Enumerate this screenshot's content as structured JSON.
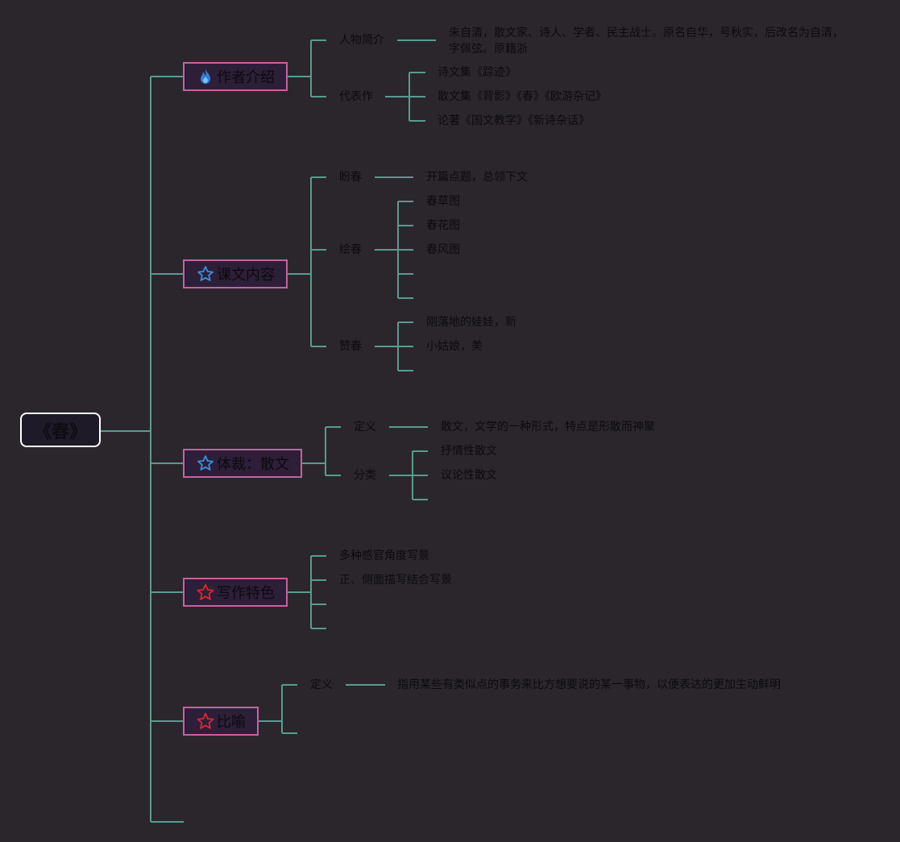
{
  "root": {
    "label": "《春》"
  },
  "colors": {
    "line": "#5a9a8f",
    "branch_border": "#c7619f",
    "background": "#2b262c"
  },
  "branches": [
    {
      "label": "作者介绍",
      "icon": "fire-icon",
      "children": [
        {
          "label": "人物简介",
          "detail": "朱自清，散文家、诗人、学者、民主战士。原名自华，号秋实，后改名为自清，字佩弦。原籍浙"
        },
        {
          "label": "代表作",
          "items": [
            "诗文集《踪迹》",
            "散文集《背影》《春》《欧游杂记》",
            "论著《国文教学》《新诗杂话》"
          ]
        }
      ]
    },
    {
      "label": "课文内容",
      "icon": "star-icon",
      "children": [
        {
          "label": "盼春",
          "detail": "开篇点题，总领下文"
        },
        {
          "label": "绘春",
          "items": [
            "春草图",
            "春花图",
            "春风图",
            "",
            ""
          ]
        },
        {
          "label": "赞春",
          "items": [
            "刚落地的娃娃，新",
            "小姑娘，美",
            ""
          ]
        }
      ]
    },
    {
      "label": "体裁：散文",
      "icon": "star-icon",
      "children": [
        {
          "label": "定义",
          "detail": "散文，文学的一种形式，特点是形散而神聚"
        },
        {
          "label": "分类",
          "items": [
            "抒情性散文",
            "议论性散文",
            ""
          ]
        }
      ]
    },
    {
      "label": "写作特色",
      "icon": "star-outline-red-icon",
      "items": [
        "多种感官角度写景",
        "正、侧面描写结合写景",
        "",
        ""
      ]
    },
    {
      "label": "比喻",
      "icon": "star-outline-red-icon",
      "children": [
        {
          "label": "定义",
          "detail": "指用某些有类似点的事务来比方想要说的某一事物，以便表达的更加生动鲜明"
        },
        {
          "label": ""
        }
      ]
    }
  ]
}
